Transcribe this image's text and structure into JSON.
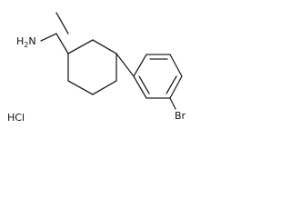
{
  "structure": {
    "atom_labels": {
      "amine": "NH2",
      "amine_main": "H",
      "amine_sub": "2",
      "amine_prefix": "N",
      "bromine": "Br"
    },
    "salt_label": "HCl",
    "colors": {
      "bond": "#222222",
      "text": "#111111",
      "background": "#ffffff"
    }
  }
}
